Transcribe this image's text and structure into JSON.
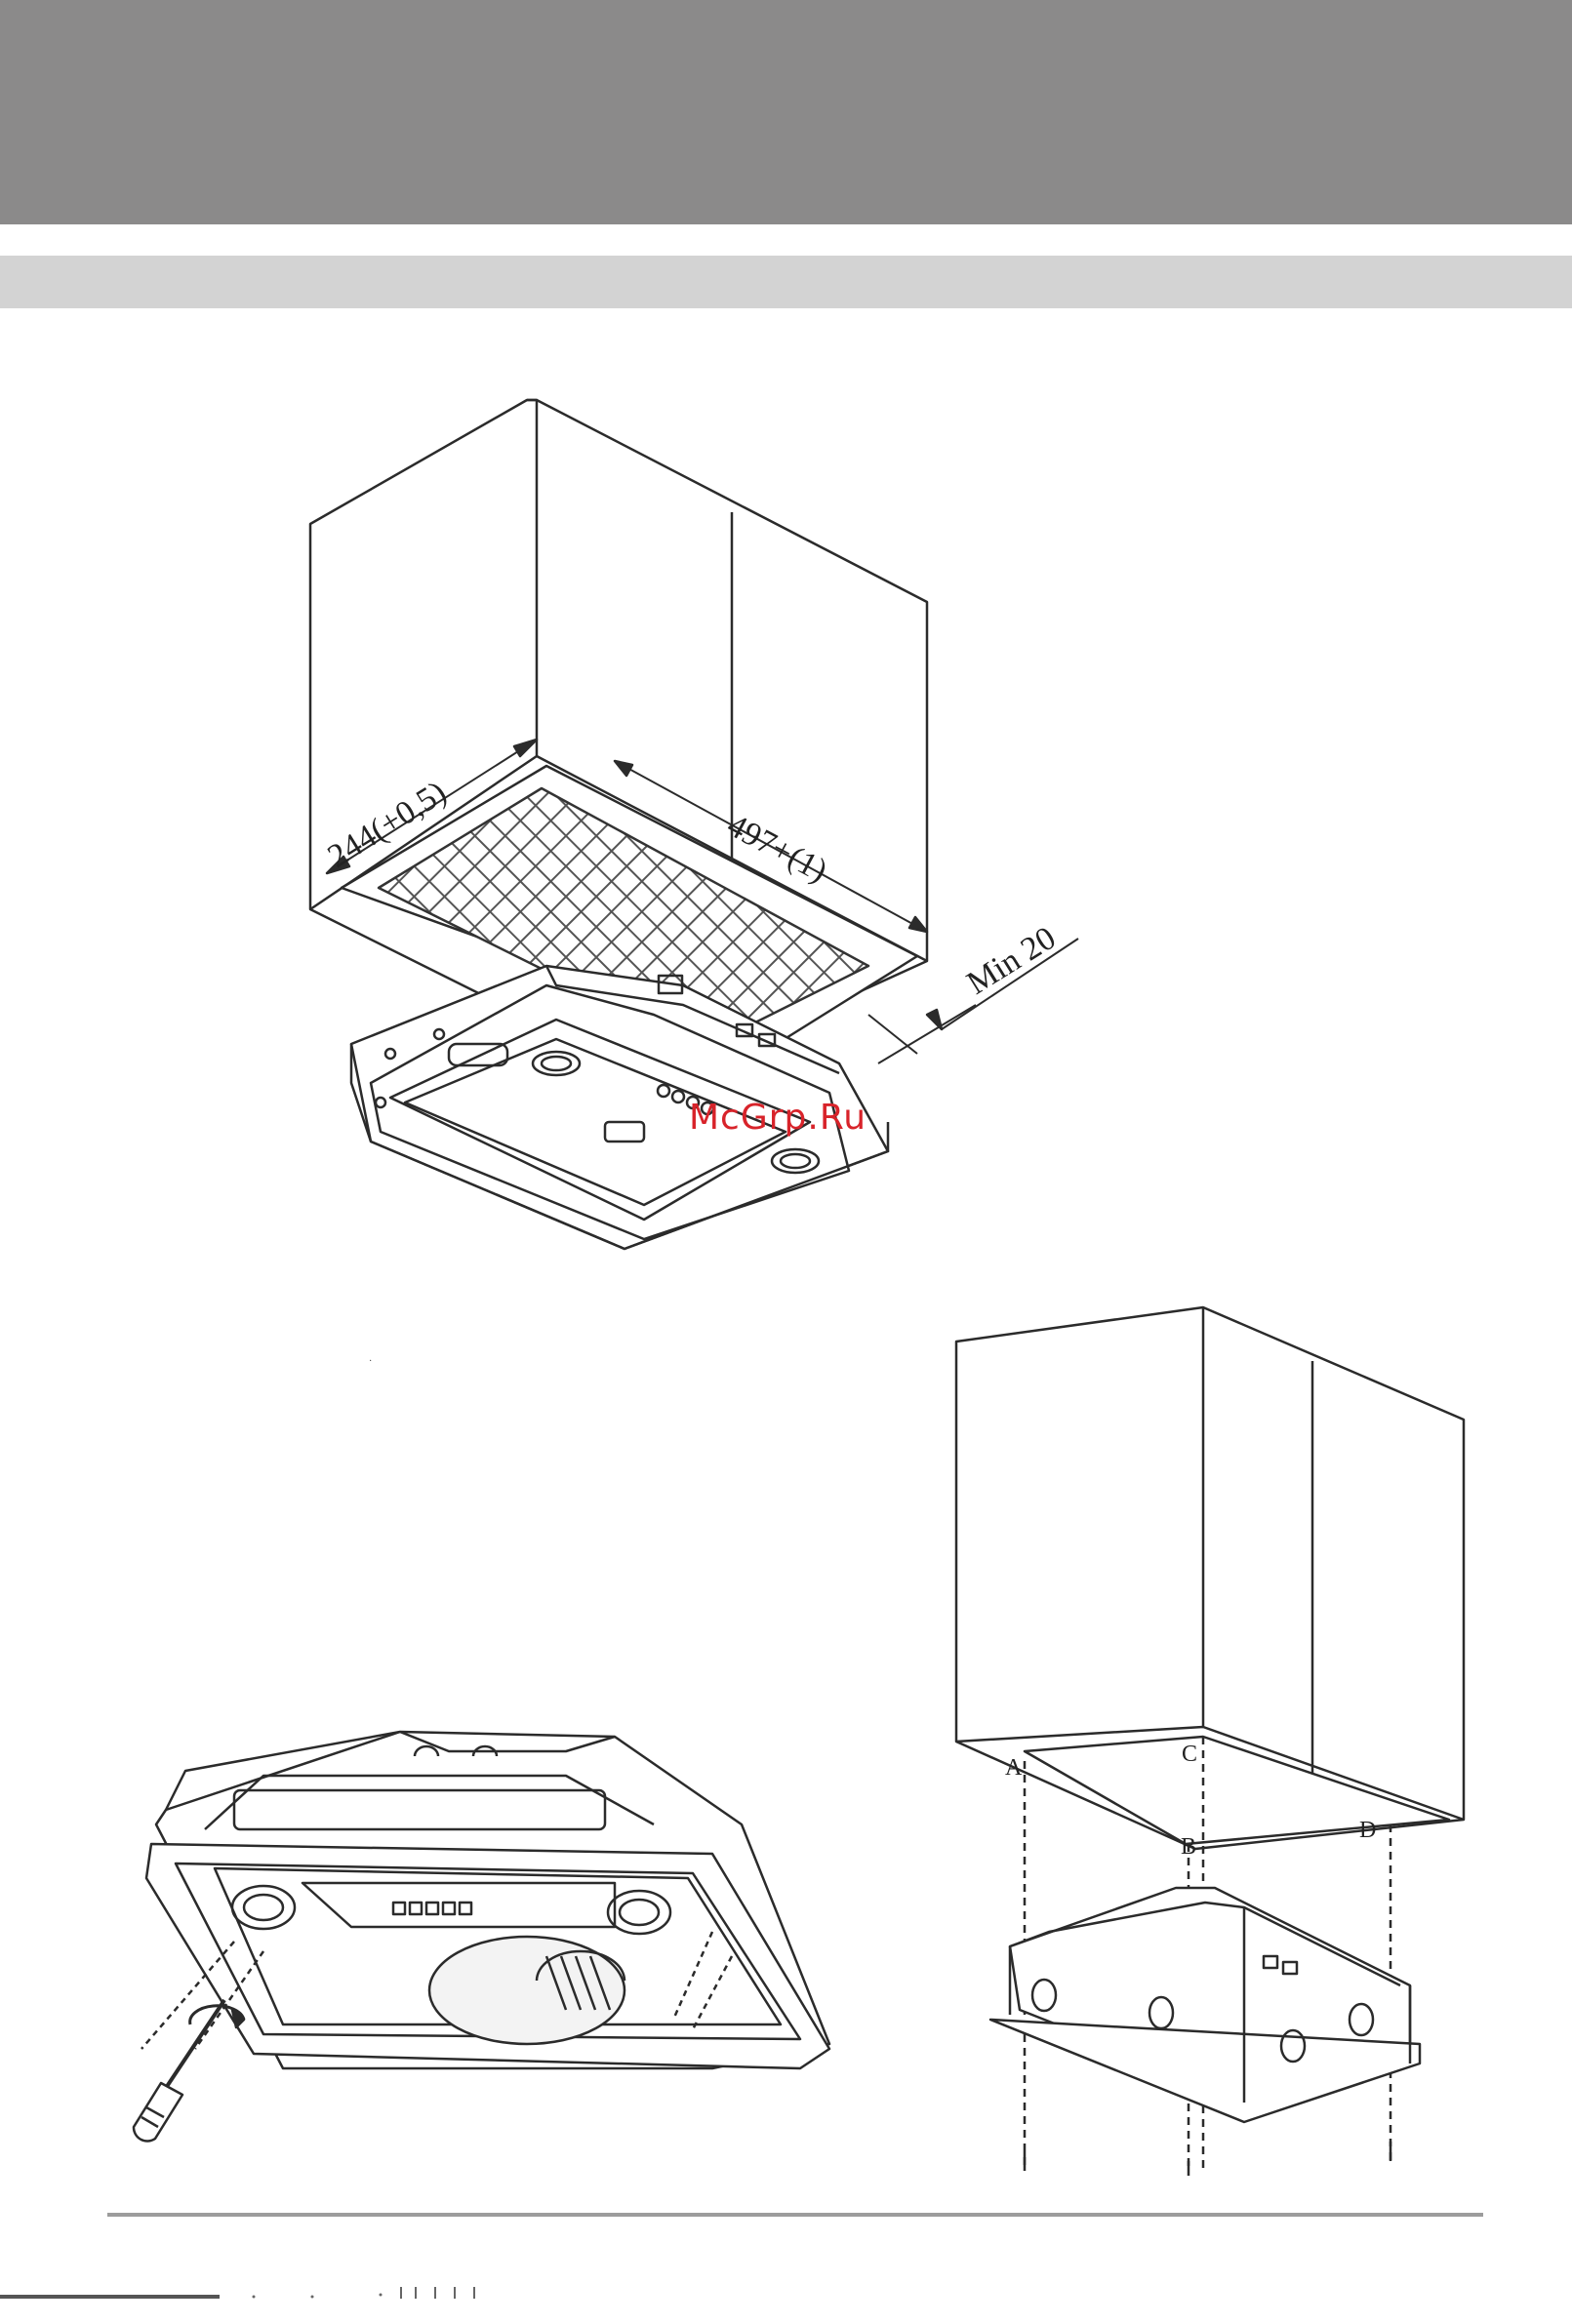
{
  "figure1": {
    "dim_depth": "244(+0,5)",
    "dim_width": "497+(1)",
    "dim_min": "Min 20"
  },
  "watermark": "McGrp.Ru",
  "figure3": {
    "point_a": "A",
    "point_b": "B",
    "point_c": "C",
    "point_d": "D"
  }
}
